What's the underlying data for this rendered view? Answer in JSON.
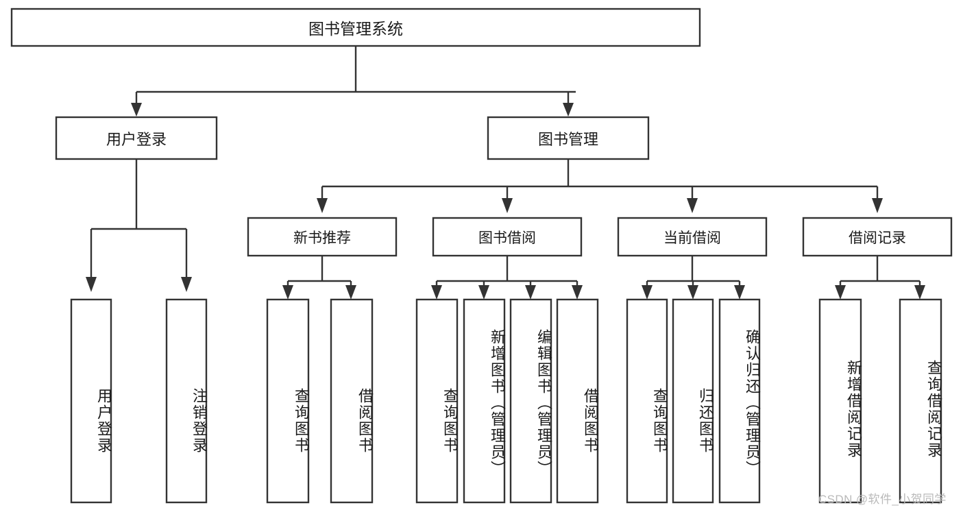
{
  "diagram": {
    "title": "图书管理系统",
    "type": "tree-hierarchy-diagram",
    "colors": {
      "box_stroke": "#333333",
      "box_fill": "#ffffff",
      "text": "#1a1a1a",
      "background": "#ffffff",
      "watermark": "#b9b9b9"
    },
    "root": {
      "label": "图书管理系统"
    },
    "level2": [
      {
        "label": "用户登录"
      },
      {
        "label": "图书管理"
      }
    ],
    "level3": [
      {
        "label": "新书推荐"
      },
      {
        "label": "图书借阅"
      },
      {
        "label": "当前借阅"
      },
      {
        "label": "借阅记录"
      }
    ],
    "leaves": {
      "user_login": [
        {
          "label": "用户登录"
        },
        {
          "label": "注销登录"
        }
      ],
      "new_book_recommend": [
        {
          "label": "查询图书"
        },
        {
          "label": "借阅图书"
        }
      ],
      "book_borrow": [
        {
          "label": "查询图书"
        },
        {
          "label": "新增图书（管理员）"
        },
        {
          "label": "编辑图书（管理员）"
        },
        {
          "label": "借阅图书"
        }
      ],
      "current_borrow": [
        {
          "label": "查询图书"
        },
        {
          "label": "归还图书"
        },
        {
          "label": "确认归还（管理员）"
        }
      ],
      "borrow_record": [
        {
          "label": "新增借阅记录"
        },
        {
          "label": "查询借阅记录"
        }
      ]
    },
    "watermark": "CSDN @软件_小贺同学"
  }
}
